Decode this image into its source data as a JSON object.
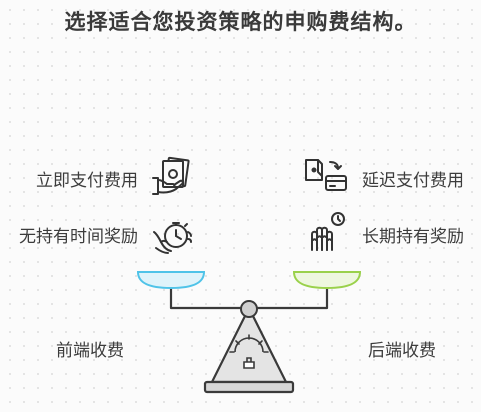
{
  "title": "选择适合您投资策略的申购费结构。",
  "left_side": {
    "items": [
      {
        "label": "立即支付费用",
        "icon": "cash-in-hand-icon"
      },
      {
        "label": "无持有时间奖励",
        "icon": "stopwatch-in-hand-icon"
      }
    ],
    "caption": "前端收费",
    "pan_color": "#4fc3e8"
  },
  "right_side": {
    "items": [
      {
        "label": "延迟支付费用",
        "icon": "wallet-to-card-icon"
      },
      {
        "label": "长期持有奖励",
        "icon": "clock-fingers-icon"
      }
    ],
    "caption": "后端收费",
    "pan_color": "#9ad14b"
  },
  "scale_icon": "balance-scale-icon"
}
